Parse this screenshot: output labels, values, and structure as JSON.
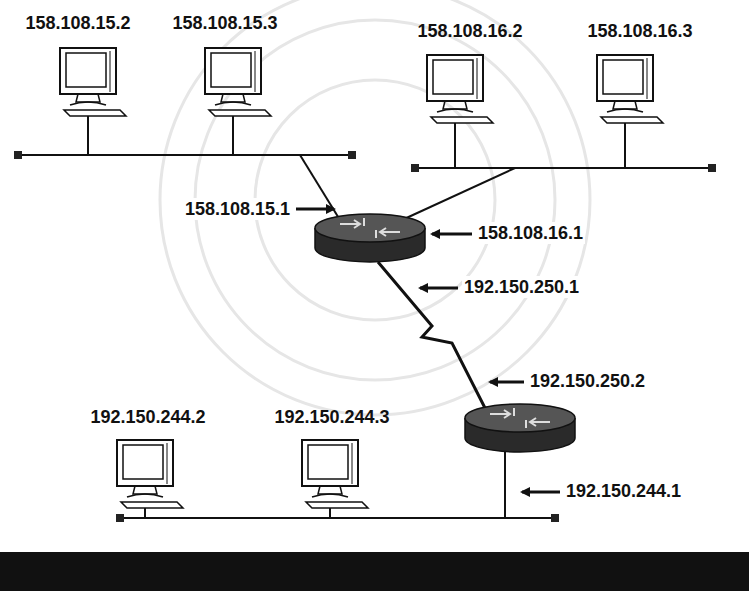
{
  "diagram": {
    "nodes": [
      {
        "text": [
          "158.108.15.2"
        ]
      },
      {
        "text": [
          "158.108.15.3"
        ]
      },
      {
        "text": [
          "158.108.16.2"
        ]
      },
      {
        "text": [
          "158.108.16.3"
        ]
      },
      {
        "text": [
          "192.150.244.2"
        ]
      },
      {
        "text": [
          "192.150.244.3"
        ]
      }
    ],
    "labels": [
      "158.108.15.1",
      "158.108.16.1",
      "192.150.250.1",
      "192.150.250.2",
      "192.150.244.1"
    ]
  }
}
